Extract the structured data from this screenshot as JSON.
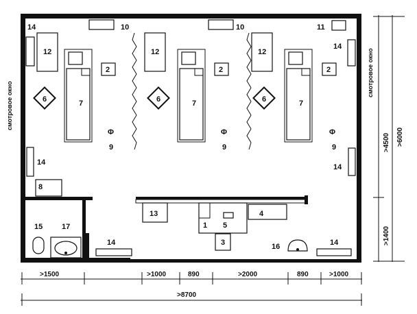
{
  "labels": {
    "n1": "1",
    "n2": "2",
    "n3": "3",
    "n4": "4",
    "n5": "5",
    "n6": "6",
    "n7": "7",
    "n8": "8",
    "n9": "9",
    "n10": "10",
    "n11": "11",
    "n12": "12",
    "n13": "13",
    "n14": "14",
    "n15": "15",
    "n16": "16",
    "n17": "17"
  },
  "side_labels": {
    "left": "смотровое окно",
    "right": "смотровое окно"
  },
  "dims_bottom": {
    "d1": ">1500",
    "d2": ">1000",
    "d3": "890",
    "d4": ">2000",
    "d5": "890",
    "d6": ">1000",
    "total": ">8700"
  },
  "dims_right": {
    "d1": ">4500",
    "d2": ">1400",
    "total": ">6000"
  }
}
